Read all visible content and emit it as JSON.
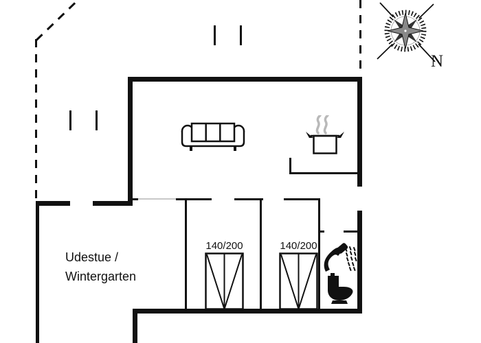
{
  "floor_plan": {
    "rooms": {
      "living_room": {
        "icons": [
          "sofa-icon",
          "cooking-pot-icon",
          "steam-icon"
        ]
      },
      "udestue": {
        "label_line1": "Udestue /",
        "label_line2": "Wintergarten"
      },
      "bedroom_1": {
        "bed_size_label": "140/200",
        "icons": [
          "double-bed-icon"
        ]
      },
      "bedroom_2": {
        "bed_size_label": "140/200",
        "icons": [
          "double-bed-icon"
        ]
      },
      "bathroom": {
        "icons": [
          "shower-icon",
          "toilet-icon"
        ]
      }
    },
    "compass": {
      "icon": "compass-rose-icon",
      "north_label": "N"
    },
    "colors": {
      "walls": "#111111",
      "background": "#ffffff",
      "steam_gray": "#b9b9b9",
      "opening_gray": "#c8c8c8"
    }
  }
}
